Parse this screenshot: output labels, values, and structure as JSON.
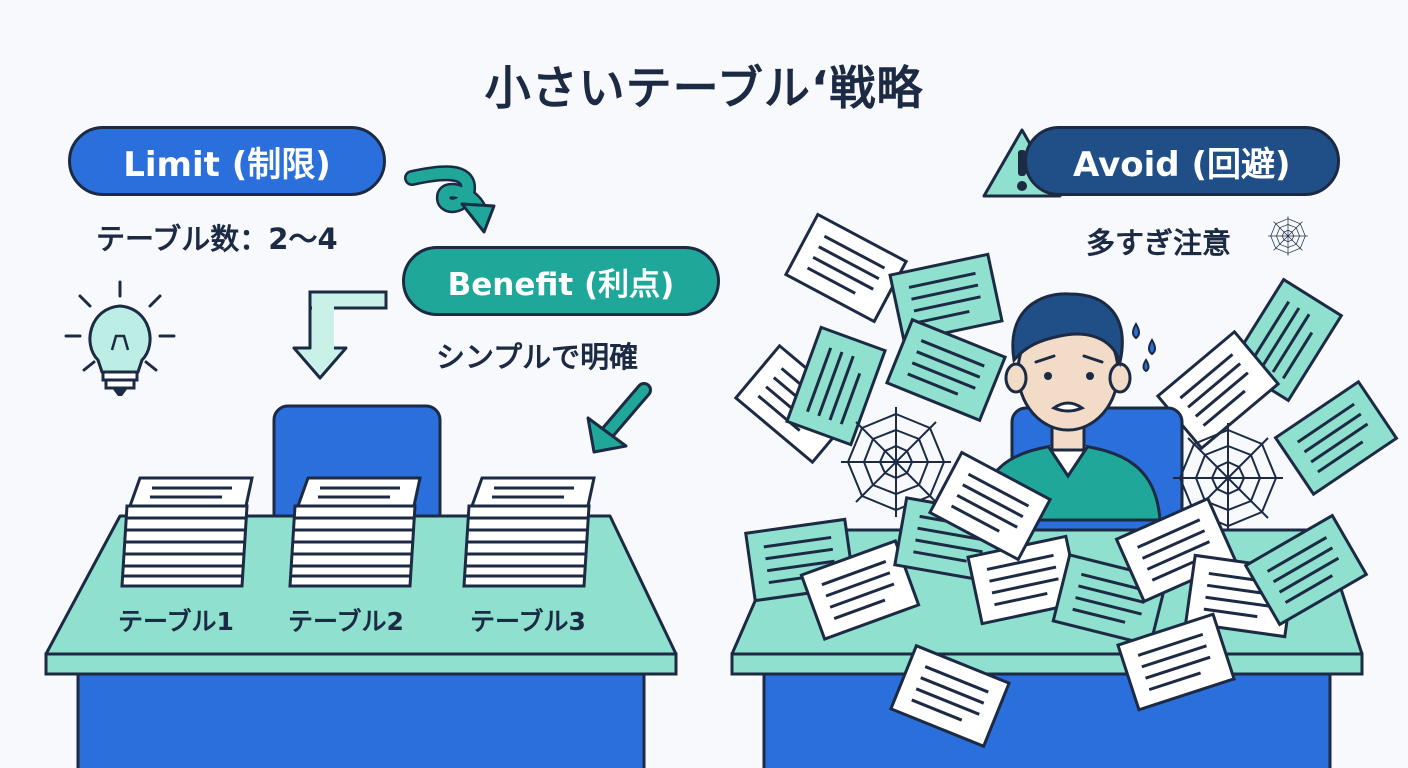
{
  "title": "小さいテーブル‘戦略",
  "limit": {
    "label": "Limit (制限)",
    "caption": "テーブル数：2〜4"
  },
  "benefit": {
    "label": "Benefit (利点)",
    "caption": "シンプルで明確"
  },
  "avoid": {
    "label": "Avoid (回避)",
    "caption": "多すぎ注意"
  },
  "tables": [
    {
      "label": "テーブル1"
    },
    {
      "label": "テーブル2"
    },
    {
      "label": "テーブル3"
    }
  ],
  "icons": [
    "lightbulb-icon",
    "warning-icon",
    "spiderweb-icon",
    "curved-arrow-icon"
  ],
  "colors": {
    "navy": "#1c2a44",
    "blue": "#2a6fdb",
    "teal": "#1fa89a",
    "mint": "#7fd8c4",
    "darkblue": "#1f4f86"
  }
}
